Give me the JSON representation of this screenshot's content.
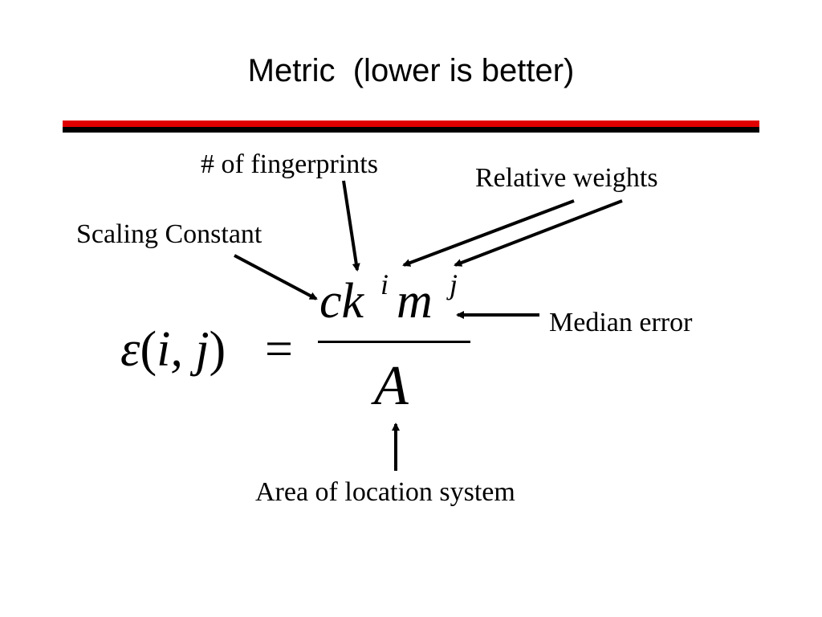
{
  "slide": {
    "title": "Metric  (lower is better)"
  },
  "formula": {
    "lhs_epsilon": "ε",
    "lhs_open": "(",
    "lhs_args": "i, j",
    "lhs_close": ")",
    "equals": "=",
    "numerator_ck": "ck",
    "sup_i": "i",
    "numerator_m": "m",
    "sup_j": "j",
    "denominator": "A"
  },
  "annotations": {
    "fingerprints": "# of  fingerprints",
    "relative_weights": "Relative weights",
    "scaling_constant": "Scaling Constant",
    "median_error": "Median error",
    "area": "Area of  location system"
  },
  "colors": {
    "accent_red": "#e00000",
    "rule_black": "#000000"
  }
}
